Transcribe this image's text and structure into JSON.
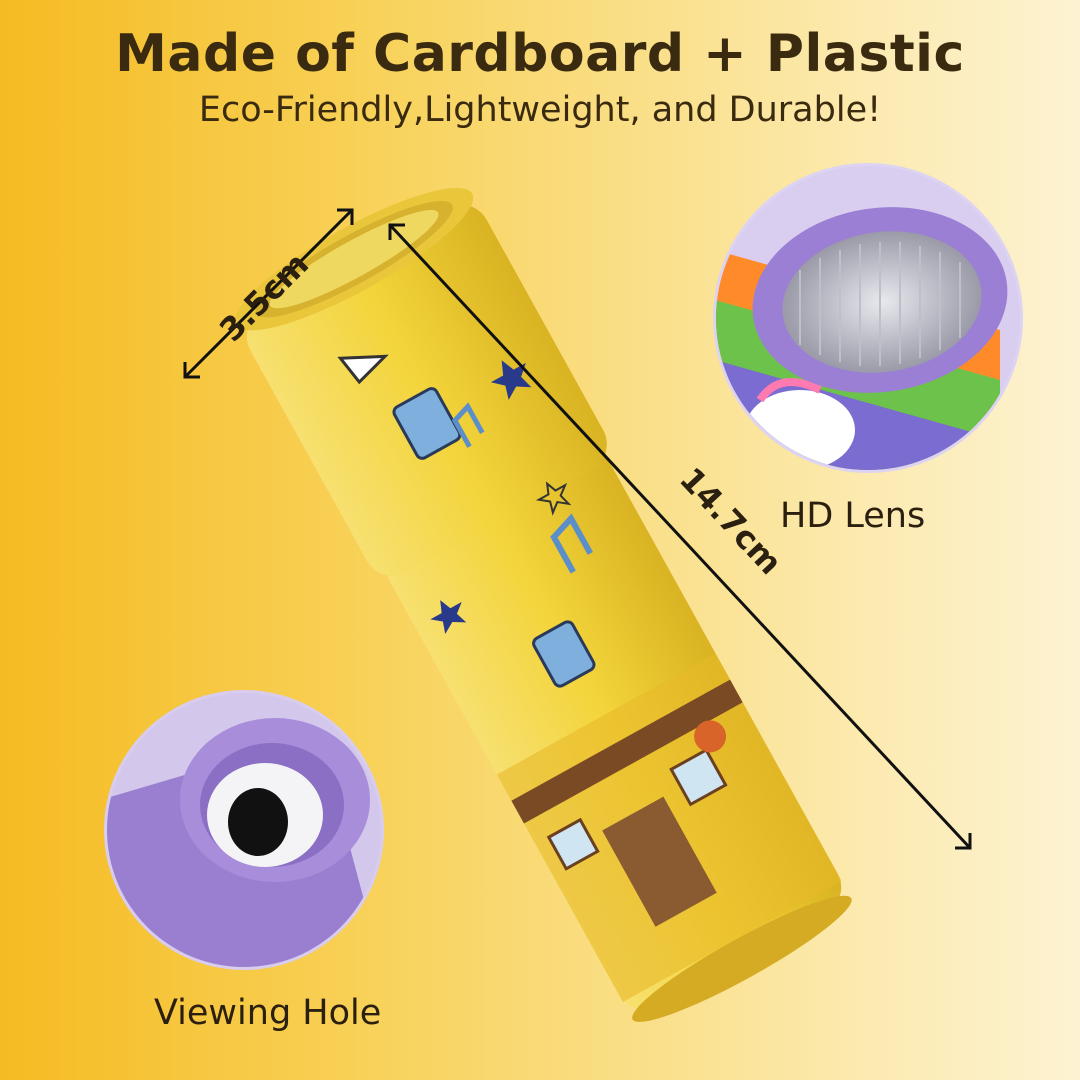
{
  "header": {
    "title": "Made of Cardboard + Plastic",
    "subtitle": "Eco-Friendly,Lightweight, and Durable!"
  },
  "dimensions": {
    "diameter_label": "3.5cm",
    "length_label": "14.7cm"
  },
  "callouts": {
    "lens_label": "HD Lens",
    "eyepiece_label": "Viewing Hole"
  },
  "colors": {
    "tube_yellow": "#f3d43a",
    "lens_purple": "#9b7fd4",
    "text_dark": "#2b2010"
  }
}
